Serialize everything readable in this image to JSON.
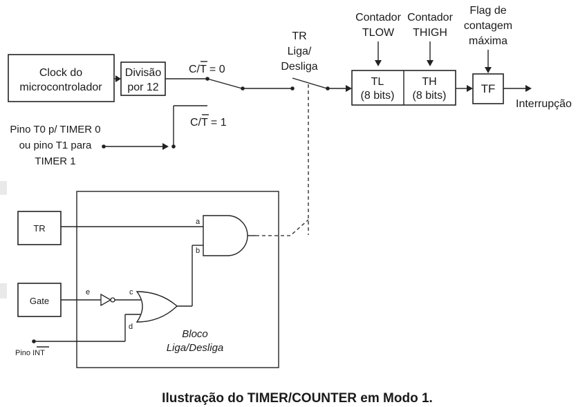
{
  "diagram": {
    "top": {
      "clock_line1": "Clock do",
      "clock_line2": "microcontrolador",
      "div_line1": "Divisão",
      "div_line2": "por 12",
      "ct0_prefix": "C/",
      "ct0_bar": "T",
      "ct0_suffix": " = 0",
      "ct1_prefix": "C/",
      "ct1_bar": "T",
      "ct1_suffix": " = 1",
      "pin_line1": "Pino T0 p/ TIMER 0",
      "pin_line2": "ou pino T1 para",
      "pin_line3": "TIMER 1",
      "tr_line1": "TR",
      "tr_line2": "Liga/",
      "tr_line3": "Desliga",
      "tlow_line1": "Contador",
      "tlow_line2": "TLOW",
      "thigh_line1": "Contador",
      "thigh_line2": "THIGH",
      "flag_line1": "Flag de",
      "flag_line2": "contagem",
      "flag_line3": "máxima",
      "tl_line1": "TL",
      "tl_line2": "(8 bits)",
      "th_line1": "TH",
      "th_line2": "(8 bits)",
      "tf": "TF",
      "interrupt": "Interrupção"
    },
    "block": {
      "tr": "TR",
      "gate": "Gate",
      "pin_prefix": "Pino ",
      "pin_bar": "INT",
      "a": "a",
      "b": "b",
      "c": "c",
      "d": "d",
      "e": "e",
      "title_line1": "Bloco",
      "title_line2": "Liga/Desliga"
    },
    "caption": "Ilustração do TIMER/COUNTER em Modo 1."
  }
}
